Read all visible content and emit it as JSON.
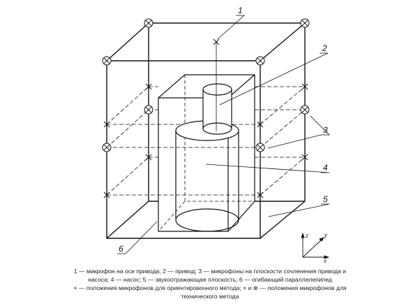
{
  "labels": {
    "l1": "1",
    "l2": "2",
    "l3": "3",
    "l4": "4",
    "l5": "5",
    "l6": "6"
  },
  "axes": {
    "x": "x",
    "y": "y",
    "z": "z"
  },
  "caption": {
    "line1": "1 — микрофон на оси привода; 2 — привод; 3 — микрофоны на плоскости сочленения привода и",
    "line2": "насоса; 4 — насос; 5 — звукоотражающая плоскость; 6 — огибающий параллелепипед",
    "line3": "× — положения микрофонов для ориентировочного метода; × и ⊗ — положения микрофонов для",
    "line4": "технического метода"
  }
}
